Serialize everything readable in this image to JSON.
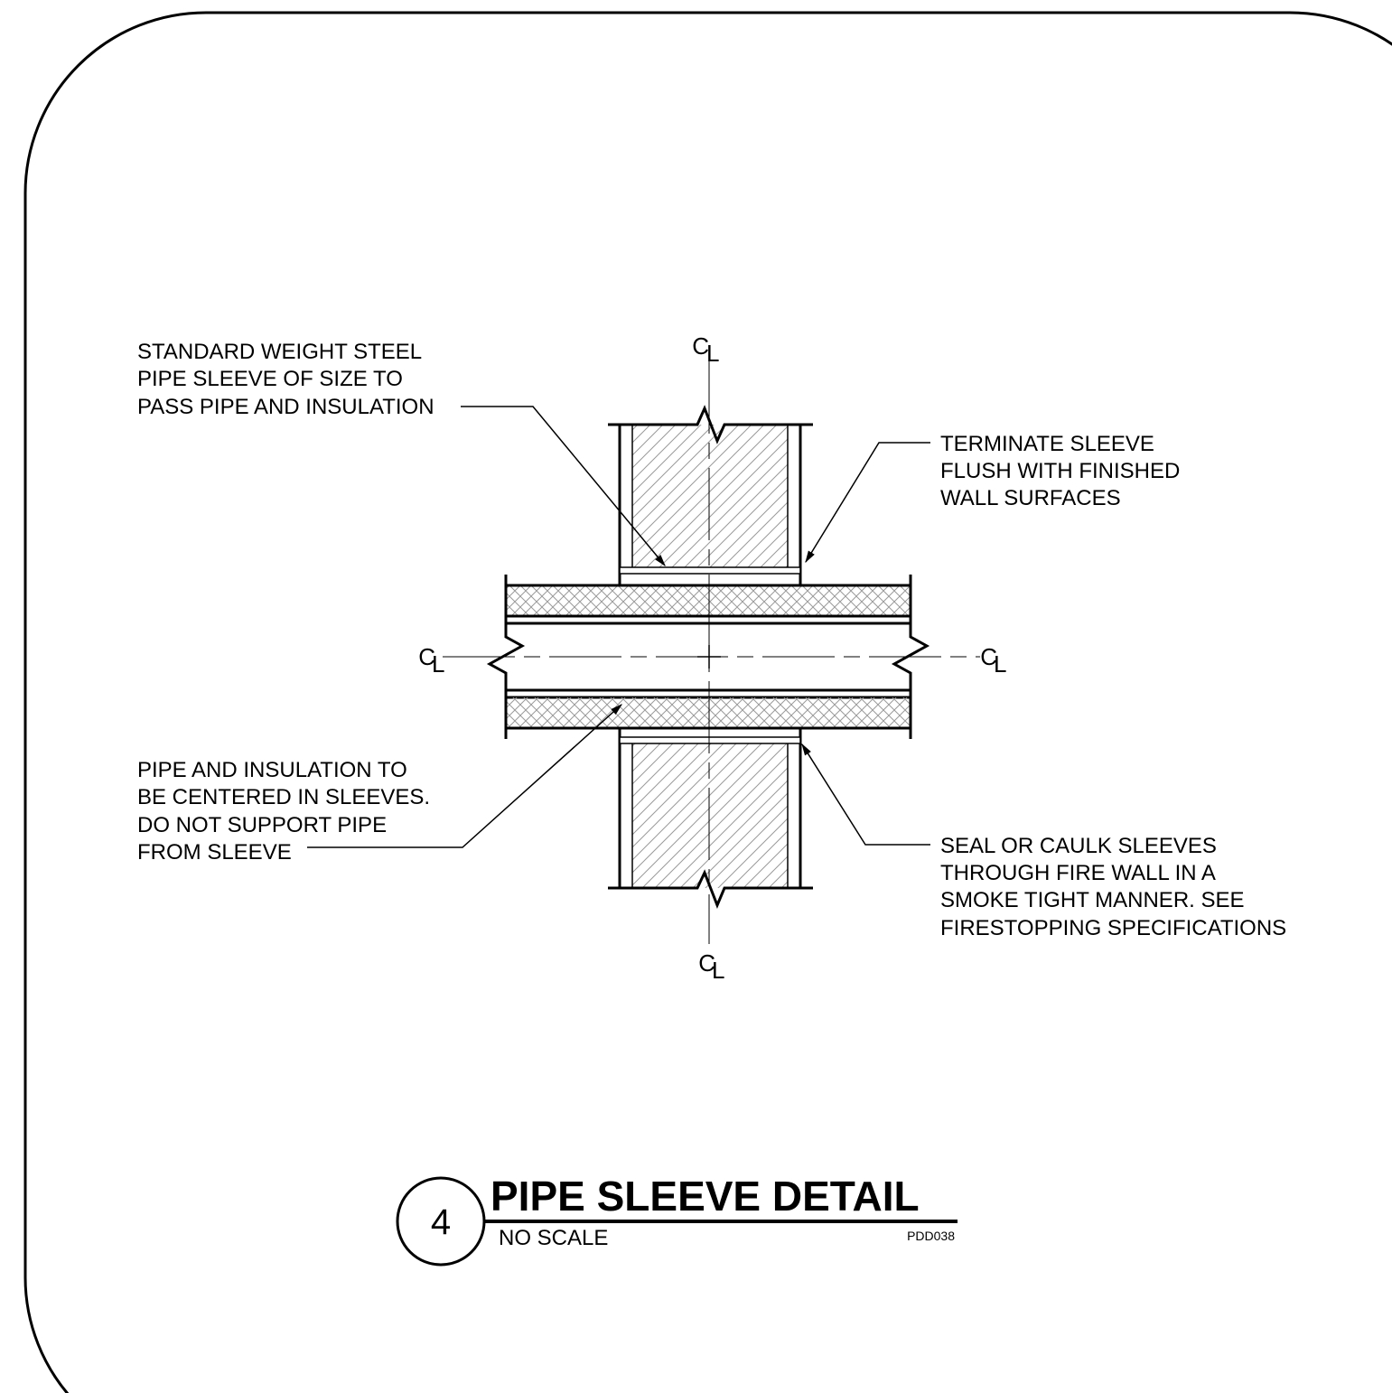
{
  "notes": {
    "sleeve": [
      "STANDARD WEIGHT STEEL",
      "PIPE SLEEVE OF SIZE TO",
      "PASS PIPE AND INSULATION"
    ],
    "terminate": [
      "TERMINATE SLEEVE",
      "FLUSH WITH FINISHED",
      "WALL SURFACES"
    ],
    "centered": [
      "PIPE AND INSULATION TO",
      "BE CENTERED IN SLEEVES.",
      "DO NOT SUPPORT PIPE",
      "FROM SLEEVE"
    ],
    "seal": [
      "SEAL OR CAULK SLEEVES",
      "THROUGH FIRE WALL IN A",
      "SMOKE TIGHT MANNER. SEE",
      "FIRESTOPPING SPECIFICATIONS"
    ]
  },
  "centerline_symbol": "C",
  "centerline_sub": "L",
  "title_block": {
    "number": "4",
    "title": "PIPE SLEEVE DETAIL",
    "scale": "NO SCALE",
    "code": "PDD038"
  }
}
